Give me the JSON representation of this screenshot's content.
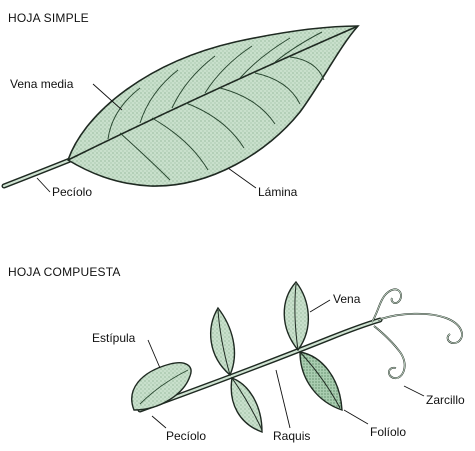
{
  "simple_leaf": {
    "title": "HOJA SIMPLE",
    "labels": {
      "midrib": "Vena media",
      "petiole": "Pecíolo",
      "blade": "Lámina"
    }
  },
  "compound_leaf": {
    "title": "HOJA COMPUESTA",
    "labels": {
      "vein": "Vena",
      "stipule": "Estípula",
      "tendril": "Zarcillo",
      "petiole": "Pecíolo",
      "rachis": "Raquis",
      "leaflet": "Folíolo"
    }
  },
  "colors": {
    "leaf_fill": "#c9e0cc",
    "leaf_shade": "#9fc6a6",
    "outline": "#1f2a22",
    "text": "#111111"
  }
}
